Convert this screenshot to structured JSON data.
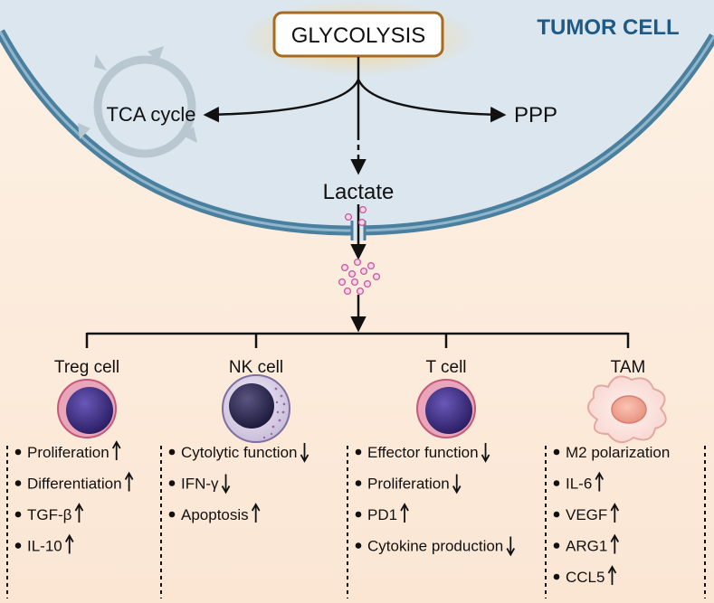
{
  "header": {
    "tumor_cell_label": "TUMOR CELL",
    "glycolysis_label": "GLYCOLYSIS"
  },
  "pathways": {
    "tca_label": "TCA cycle",
    "ppp_label": "PPP",
    "lactate_label": "Lactate"
  },
  "cells": [
    {
      "name": "Treg cell",
      "effects": [
        {
          "text": "Proliferation",
          "dir": "up"
        },
        {
          "text": "Differentiation",
          "dir": "up"
        },
        {
          "text": "TGF-β",
          "dir": "up"
        },
        {
          "text": "IL-10",
          "dir": "up"
        }
      ]
    },
    {
      "name": "NK cell",
      "effects": [
        {
          "text": "Cytolytic function",
          "dir": "down"
        },
        {
          "text": "IFN-γ",
          "dir": "down"
        },
        {
          "text": "Apoptosis",
          "dir": "up"
        }
      ]
    },
    {
      "name": "T cell",
      "effects": [
        {
          "text": "Effector function",
          "dir": "down"
        },
        {
          "text": "Proliferation",
          "dir": "down"
        },
        {
          "text": "PD1",
          "dir": "up"
        },
        {
          "text": "Cytokine production",
          "dir": "down"
        }
      ]
    },
    {
      "name": "TAM",
      "effects": [
        {
          "text": "M2 polarization",
          "dir": "none"
        },
        {
          "text": "IL-6",
          "dir": "up"
        },
        {
          "text": "VEGF",
          "dir": "up"
        },
        {
          "text": "ARG1",
          "dir": "up"
        },
        {
          "text": "CCL5",
          "dir": "up"
        }
      ]
    }
  ],
  "colors": {
    "cell_interior": "#dbe6ee",
    "membrane": "#4a7f9e",
    "glycolysis_border": "#a86a1c",
    "title_blue": "#1d5a87",
    "lactate_dot": "#c35a9f",
    "cell_purple": "#3b2a7c"
  }
}
